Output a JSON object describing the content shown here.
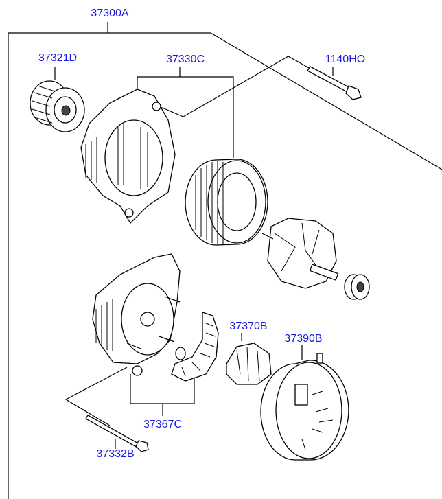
{
  "labels": {
    "assembly": "37300A",
    "pulley": "37321D",
    "front_bracket": "37330C",
    "bolt": "1140HO",
    "regulator": "37370B",
    "rear_cover": "37390B",
    "rectifier": "37367C",
    "through_bolt": "37332B"
  },
  "colors": {
    "label": "#1a1adf",
    "line": "#000000"
  }
}
